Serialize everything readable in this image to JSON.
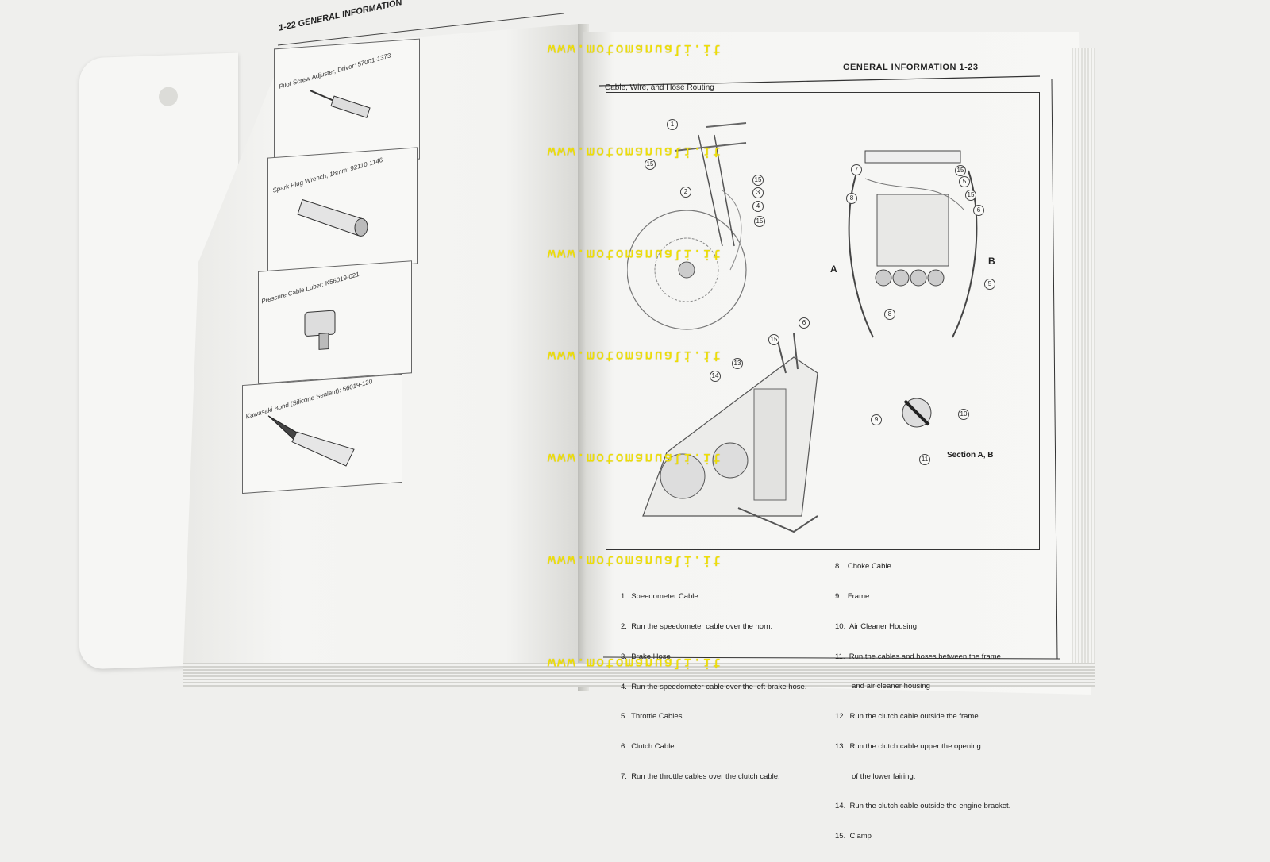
{
  "left_page": {
    "header": "1-22 GENERAL INFORMATION",
    "tools": [
      {
        "label": "Pilot Screw Adjuster, Driver: 57001-1373"
      },
      {
        "label": "Spark Plug Wrench, 18mm: 92110-1146"
      },
      {
        "label": "Pressure Cable Luber: K56019-021"
      },
      {
        "label": "Kawasaki Bond (Silicone Sealant): 56019-120"
      }
    ]
  },
  "right_page": {
    "header": "GENERAL INFORMATION  1-23",
    "section_title": "Cable, Wire, and Hose Routing",
    "labels": {
      "a": "A",
      "b": "B",
      "section": "Section A, B"
    },
    "legend_left": [
      "1.  Speedometer Cable",
      "2.  Run the speedometer cable over the horn.",
      "3.  Brake Hose",
      "4.  Run the speedometer cable over the left brake hose.",
      "5.  Throttle Cables",
      "6.  Clutch Cable",
      "7.  Run the throttle cables over the clutch cable."
    ],
    "legend_right": [
      "8.   Choke Cable",
      "9.   Frame",
      "10.  Air Cleaner Housing",
      "11.  Run the cables and hoses between the frame",
      "        and air cleaner housing",
      "12.  Run the clutch cable outside the frame.",
      "13.  Run the clutch cable upper the opening",
      "        of the lower fairing.",
      "14.  Run the clutch cable outside the engine bracket.",
      "15.  Clamp"
    ]
  },
  "watermark": "www.motomanuali.it",
  "callouts_front": [
    "1",
    "15",
    "2",
    "15",
    "3",
    "4",
    "15"
  ],
  "callouts_air": [
    "7",
    "15",
    "5",
    "15",
    "8",
    "6",
    "5",
    "8"
  ],
  "callouts_side": [
    "6",
    "15",
    "13",
    "14"
  ],
  "callouts_section": [
    "9",
    "10",
    "11"
  ]
}
